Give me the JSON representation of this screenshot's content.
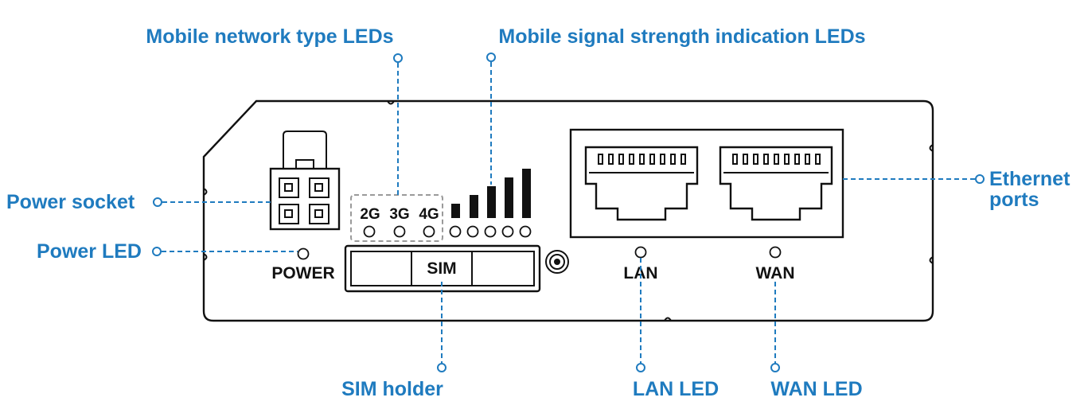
{
  "callouts": {
    "mobile_network_type_leds": "Mobile network type LEDs",
    "mobile_signal_strength_leds": "Mobile signal strength indication LEDs",
    "power_socket": "Power socket",
    "power_led": "Power LED",
    "ethernet_ports_line1": "Ethernet",
    "ethernet_ports_line2": "ports",
    "sim_holder": "SIM holder",
    "lan_led": "LAN LED",
    "wan_led": "WAN LED"
  },
  "device_labels": {
    "power": "POWER",
    "sim": "SIM",
    "lan": "LAN",
    "wan": "WAN",
    "net_2g": "2G",
    "net_3g": "3G",
    "net_4g": "4G"
  },
  "colors": {
    "callout": "#1f7bbf",
    "device_outline": "#111111",
    "network_box_dash": "#9a9a9a"
  },
  "signal_bars_count": 5
}
